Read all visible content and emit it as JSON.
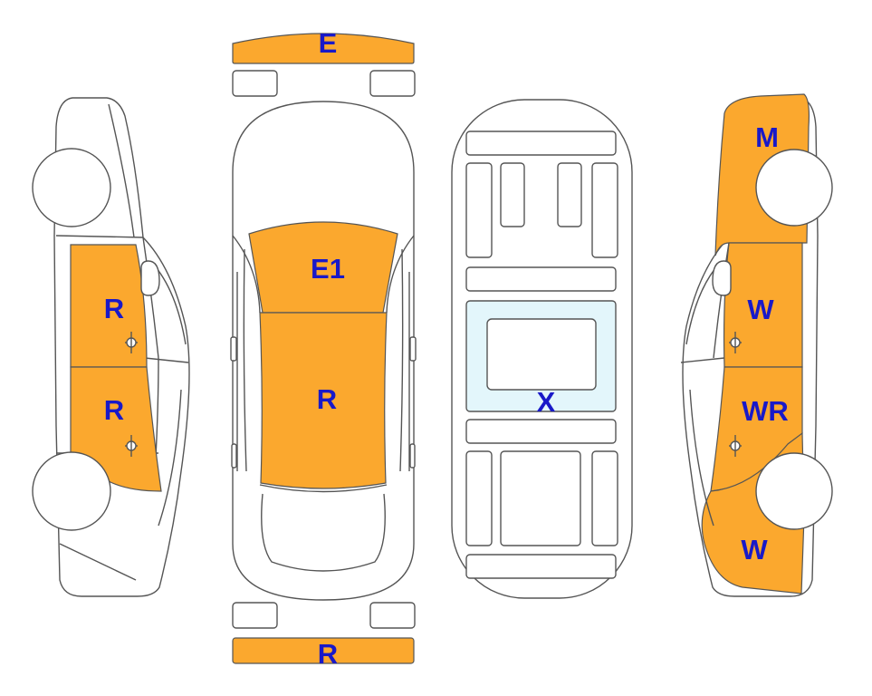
{
  "colors": {
    "damaged_panel": "#FBA82E",
    "glass": "#E3F6FB",
    "outline": "#555555",
    "label": "#1919C8"
  },
  "labels": {
    "front_bumper": "E",
    "hood": "E1",
    "roof": "R",
    "rear_bumper": "R",
    "left_front_door": "R",
    "left_rear_door": "R",
    "glass_roof": "X",
    "right_front_fender": "M",
    "right_front_door": "W",
    "right_rear_door": "WR",
    "right_rear_quarter": "W"
  }
}
